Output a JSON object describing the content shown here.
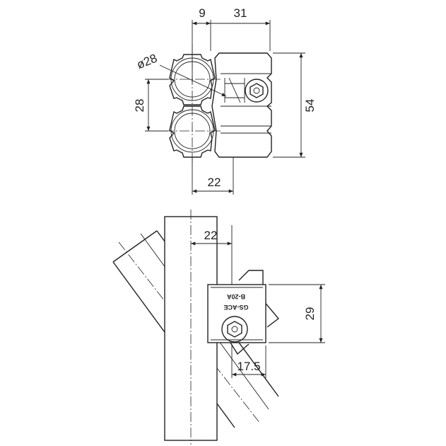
{
  "top_view": {
    "dims": {
      "dim_9": "9",
      "dim_31": "31",
      "dim_dia28": "ø28",
      "dim_28": "28",
      "dim_54": "54",
      "dim_22": "22"
    }
  },
  "side_view": {
    "dims": {
      "dim_22": "22",
      "dim_29": "29",
      "dim_17_5": "17.5"
    },
    "engraving": {
      "line1": "GS-ACE",
      "line2": "B-20A"
    }
  }
}
